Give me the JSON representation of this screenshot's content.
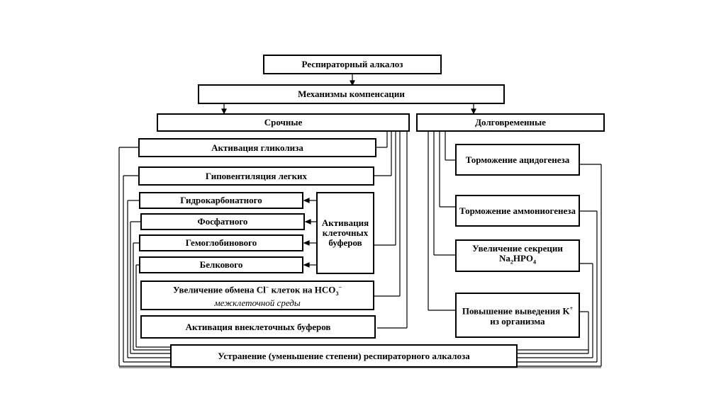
{
  "nodes": {
    "root": "Респираторный алкалоз",
    "mechanisms": "Механизмы компенсации",
    "urgent": "Срочные",
    "long_term": "Долговременные",
    "glycolysis": "Активация гликолиза",
    "hypoventilation": "Гиповентиляция легких",
    "bicarbonate": "Гидрокарбонатного",
    "phosphate": "Фосфатного",
    "hemoglobin": "Гемоглобинового",
    "protein": "Белкового",
    "cell_buffers": "Активация клеточных буферов",
    "exchange_main": "Увеличение обмена Cl",
    "exchange_sup": "−",
    "exchange_mid": " клеток на HCO",
    "exchange_sub": "3",
    "exchange_sup2": "−",
    "exchange_line2": "межклеточной среды",
    "extracellular": "Активация внеклеточных буферов",
    "elimination": "Устранение (уменьшение степени) респираторного алкалоза",
    "acidogenesis": "Торможение ацидогенеза",
    "ammoniogenesis": "Торможение аммониогенеза",
    "secretion_line1": "Увеличение секреции",
    "secretion_na": "Na",
    "secretion_hpo": "HPO",
    "secretion_sub2": "2",
    "secretion_sub4": "4",
    "potassium_line": "Повышение выведения K",
    "potassium_sup": "+",
    "potassium_line2": "из организма"
  }
}
